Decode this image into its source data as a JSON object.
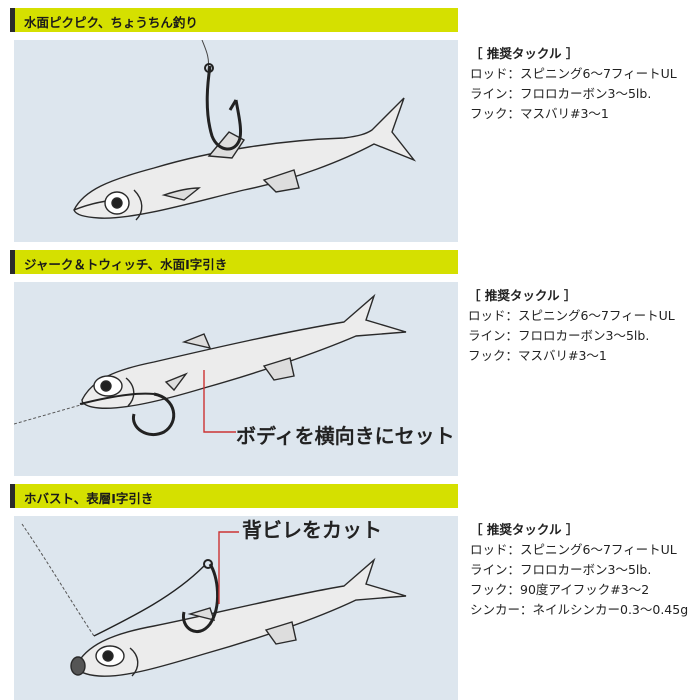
{
  "sections": [
    {
      "title": "水面ピクピク、ちょうちん釣り",
      "tackle": {
        "heading": "［ 推奨タックル ］",
        "lines": [
          "ロッド：スピニング6〜7フィートUL",
          "ライン：フロロカーボン3〜5lb.",
          "フック：マスバリ#3〜1"
        ]
      }
    },
    {
      "title": "ジャーク＆トウィッチ、水面I字引き",
      "callout": "ボディを横向きにセット",
      "tackle": {
        "heading": "［ 推奨タックル ］",
        "lines": [
          "ロッド：スピニング6〜7フィートUL",
          "ライン：フロロカーボン3〜5lb.",
          "フック：マスバリ#3〜1"
        ]
      }
    },
    {
      "title": "ホバスト、表層I字引き",
      "callout": "背ビレをカット",
      "tackle": {
        "heading": "［ 推奨タックル ］",
        "lines": [
          "ロッド：スピニング6〜7フィートUL",
          "ライン：フロロカーボン3〜5lb.",
          "フック：90度アイフック#3〜2",
          "シンカー：ネイルシンカー0.3〜0.45g"
        ]
      }
    }
  ],
  "colors": {
    "header_bar": "#d5e000",
    "panel_bg": "#dde6ee",
    "leader_line": "#cc3333"
  }
}
